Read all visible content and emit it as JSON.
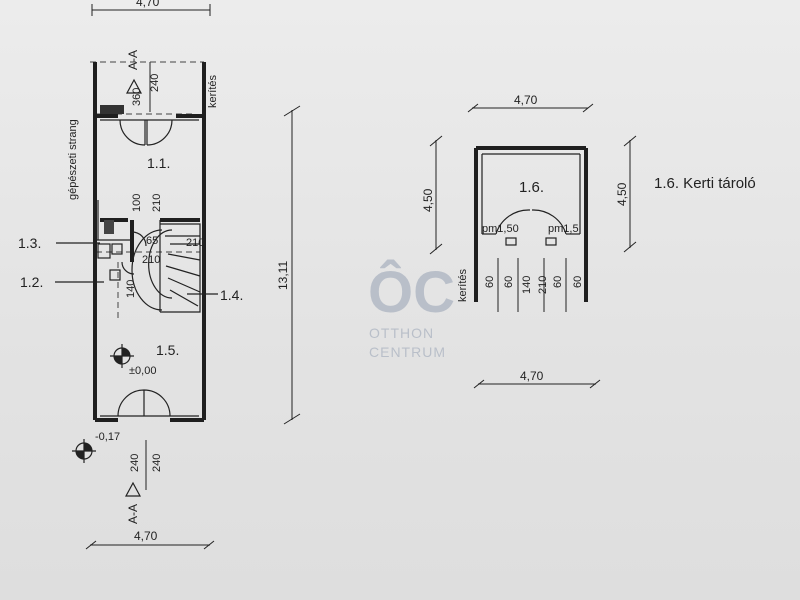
{
  "plan": {
    "dims": {
      "top_width": "4,70",
      "bottom_width": "4,70",
      "total_length": "13,11",
      "top_240": "240",
      "top_360": "360",
      "d100": "100",
      "d210a": "210",
      "d210b": "210",
      "d210c": "210",
      "d140": "140",
      "d65": "65",
      "bot_240a": "240",
      "bot_240b": "240"
    },
    "labels": {
      "section_top": "A-A",
      "section_bottom": "A-A",
      "fence": "kerítés",
      "utility_riser": "gépészeti strang",
      "level_inside": "±0,00",
      "level_outside": "-0,17"
    },
    "rooms": {
      "r11": "1.1.",
      "r12": "1.2.",
      "r13": "1.3.",
      "r14": "1.4.",
      "r15": "1.5."
    }
  },
  "shed": {
    "room": "1.6.",
    "title": "1.6. Kerti tároló",
    "dims": {
      "top_width": "4,70",
      "bottom_width": "4,70",
      "left_height": "4,50",
      "right_height": "4,50",
      "pm_left": "pm1,50",
      "pm_right": "pm1,5",
      "fence": "kerítés",
      "v60a": "60",
      "v60b": "60",
      "v140": "140",
      "v210": "210",
      "v60c": "60",
      "v60d": "60"
    }
  },
  "watermark": {
    "logo": "ÔC",
    "line1": "OTTHON",
    "line2": "CENTRUM",
    "color": "#b9bfc9"
  }
}
